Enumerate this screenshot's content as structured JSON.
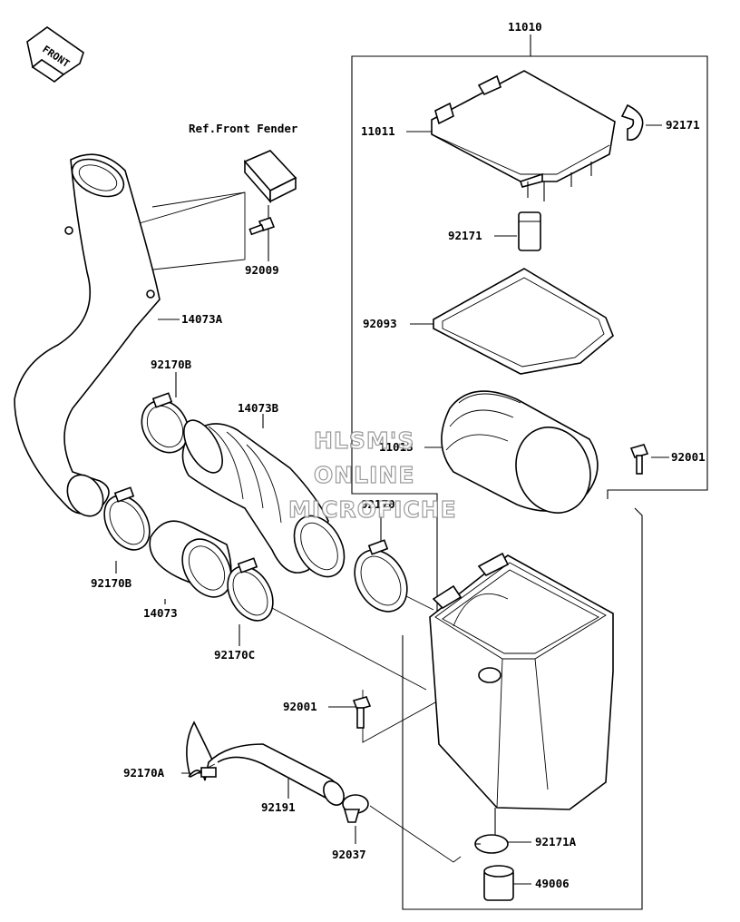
{
  "front_arrow": {
    "text": "FRONT",
    "icon": "front-direction-arrow-icon"
  },
  "reference": "Ref.Front Fender",
  "watermark": [
    "HLSM'S",
    "ONLINE",
    "MICROFICHE"
  ],
  "labels": {
    "11010": "11010",
    "11011": "11011",
    "92171_top": "92171",
    "92171_mid": "92171",
    "92093": "92093",
    "11013": "11013",
    "92001_right": "92001",
    "92009": "92009",
    "14073A": "14073A",
    "92170B_top": "92170B",
    "14073B": "14073B",
    "92170": "92170",
    "92170B_left": "92170B",
    "14073": "14073",
    "92170C": "92170C",
    "92001_mid": "92001",
    "92170A": "92170A",
    "92191": "92191",
    "92037": "92037",
    "92171A": "92171A",
    "49006": "49006"
  }
}
